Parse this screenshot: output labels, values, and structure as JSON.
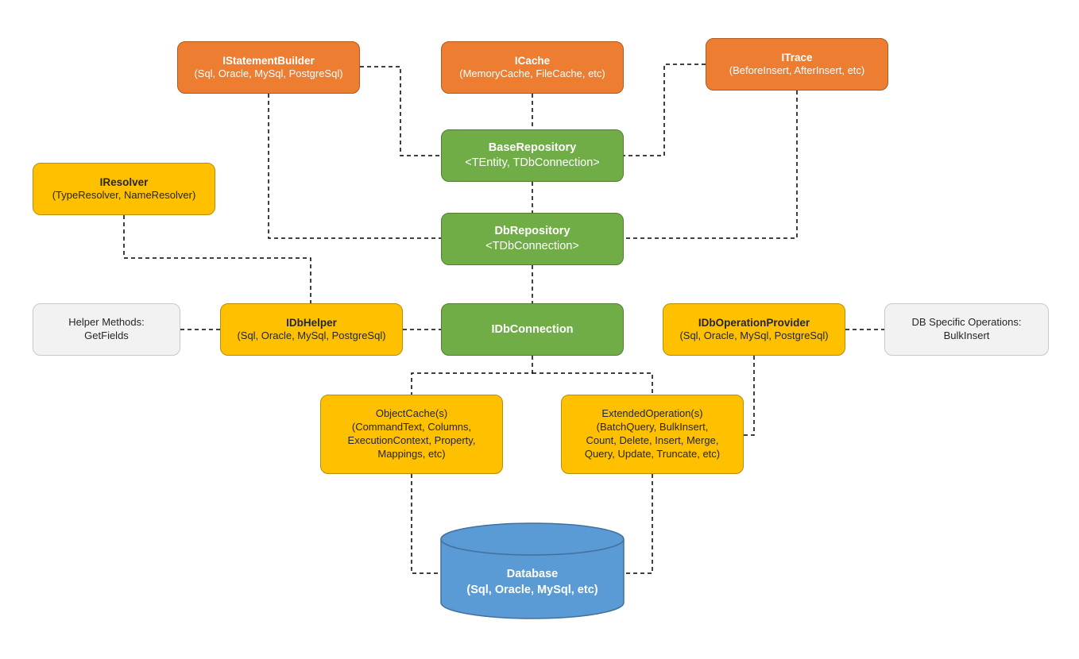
{
  "nodes": {
    "istatementbuilder": {
      "title": "IStatementBuilder",
      "sub": "(Sql, Oracle, MySql, PostgreSql)"
    },
    "icache": {
      "title": "ICache",
      "sub": "(MemoryCache, FileCache, etc)"
    },
    "itrace": {
      "title": "ITrace",
      "sub": "(BeforeInsert, AfterInsert, etc)"
    },
    "baserepository": {
      "title": "BaseRepository",
      "sub": "<TEntity, TDbConnection>"
    },
    "iresolver": {
      "title": "IResolver",
      "sub": "(TypeResolver, NameResolver)"
    },
    "dbrepository": {
      "title": "DbRepository",
      "sub": "<TDbConnection>"
    },
    "helper_methods": {
      "line1": "Helper Methods:",
      "line2": "GetFields"
    },
    "idbhelper": {
      "title": "IDbHelper",
      "sub": "(Sql, Oracle, MySql, PostgreSql)"
    },
    "idbconnection": {
      "title": "IDbConnection"
    },
    "idboperationprovider": {
      "title": "IDbOperationProvider",
      "sub": "(Sql, Oracle, MySql, PostgreSql)"
    },
    "db_specific": {
      "line1": "DB Specific Operations:",
      "line2": "BulkInsert"
    },
    "objectcache": {
      "line1": "ObjectCache(s)",
      "line2": "(CommandText, Columns,",
      "line3": "ExecutionContext, Property,",
      "line4": "Mappings, etc)"
    },
    "extendedoperation": {
      "line1": "ExtendedOperation(s)",
      "line2": "(BatchQuery, BulkInsert,",
      "line3": "Count, Delete, Insert, Merge,",
      "line4": "Query, Update, Truncate, etc)"
    },
    "database": {
      "title": "Database",
      "sub": "(Sql, Oracle, MySql, etc)"
    }
  },
  "colors": {
    "orange": "#ed7d31",
    "green": "#70ad47",
    "yellow": "#ffc000",
    "gray": "#f2f2f2",
    "blue": "#5b9bd5",
    "connector": "#000000"
  },
  "connector_style": "dashed"
}
